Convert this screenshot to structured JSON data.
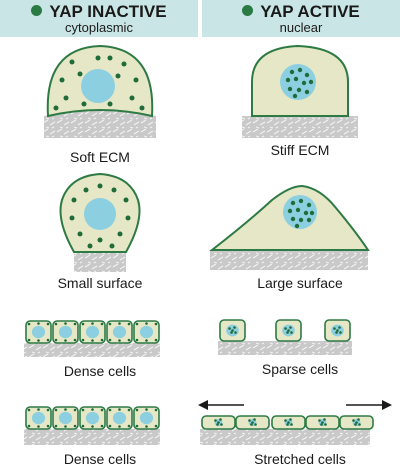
{
  "header": {
    "left": {
      "title": "YAP INACTIVE",
      "subtitle": "cytoplasmic"
    },
    "right": {
      "title": "YAP ACTIVE",
      "subtitle": "nuclear"
    }
  },
  "rows": [
    {
      "left": "Soft ECM",
      "right": "Stiff ECM"
    },
    {
      "left": "Small surface",
      "right": "Large surface"
    },
    {
      "left": "Dense cells",
      "right": "Sparse cells"
    },
    {
      "left": "Dense cells",
      "right": "Stretched cells"
    }
  ],
  "colors": {
    "header_bg": "#c9e5e6",
    "cell_fill": "#e5e7c6",
    "cell_border": "#2e7a45",
    "nucleus": "#8ccfe0",
    "yap_dot": "#1f6b3a",
    "substrate": "#c9c9c9"
  },
  "icons": [
    "bullet-dot-icon",
    "arrow-left-icon",
    "arrow-right-icon"
  ]
}
